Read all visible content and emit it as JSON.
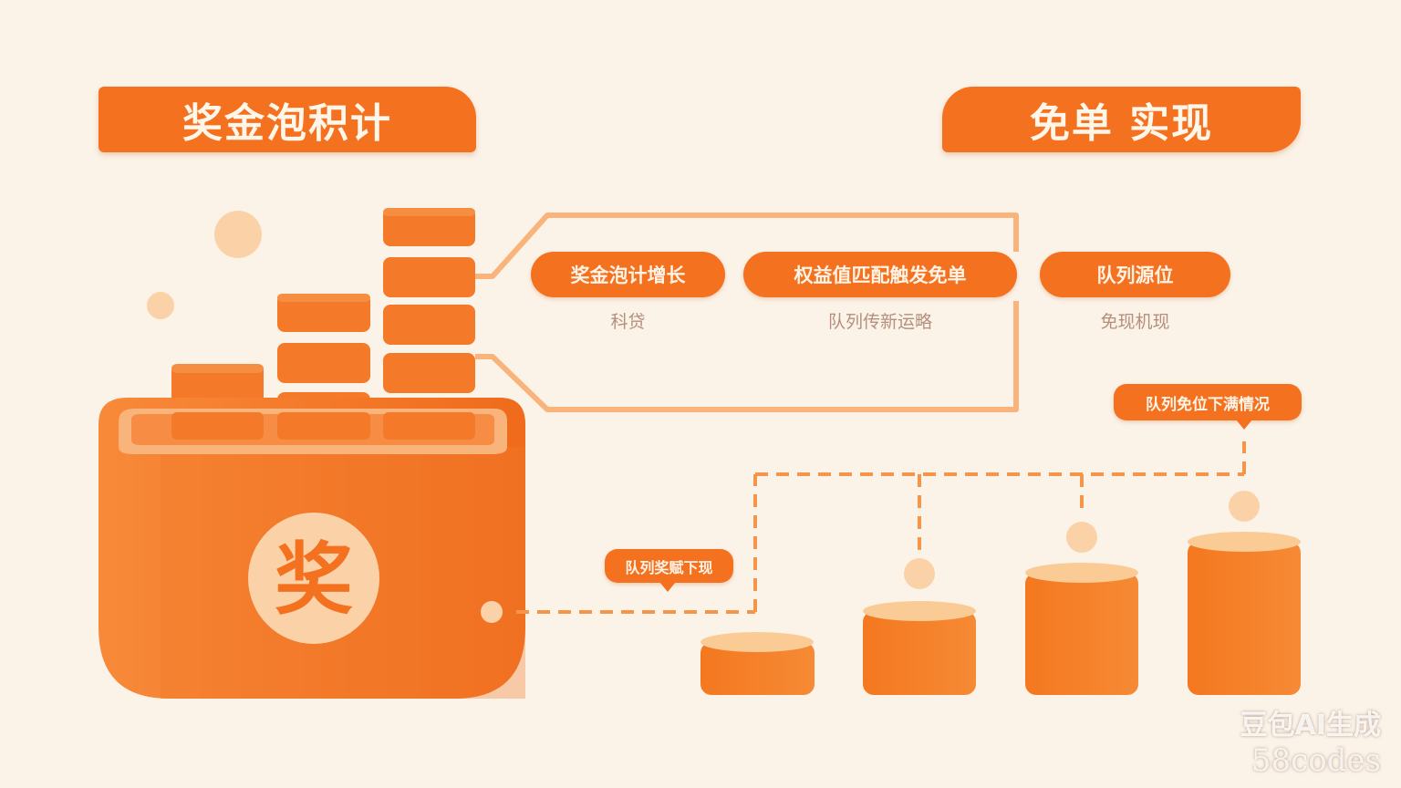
{
  "headers": {
    "left": "奖金泡积计",
    "right": "免单 实现"
  },
  "pot_label": "奖",
  "steps": [
    {
      "label": "奖金泡计增长",
      "sub": "科贷"
    },
    {
      "label": "权益值匹配触发免单",
      "sub": "队列传新运略"
    },
    {
      "label": "队列源位",
      "sub": "免现机现"
    }
  ],
  "callouts": {
    "queue_drop": "队列免位下满情况",
    "pot_link": "队列奖赋下现"
  },
  "watermark": {
    "line1": "豆包AI生成",
    "line2": "58codes"
  },
  "colors": {
    "primary": "#f4711f",
    "light": "#f9b47c",
    "pale": "#fbd2a8",
    "background": "#fbf3e8"
  }
}
